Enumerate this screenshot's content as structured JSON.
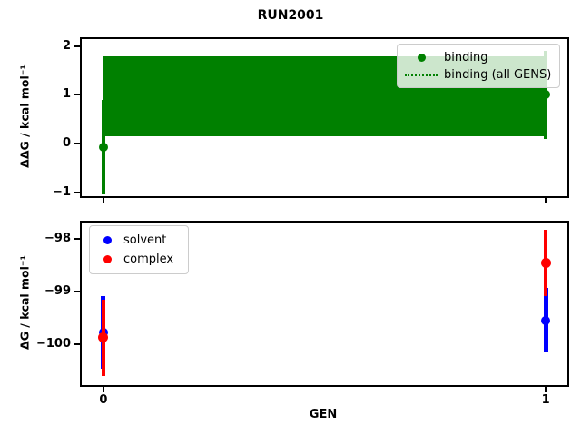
{
  "figure": {
    "title": "RUN2001",
    "background": "#ffffff"
  },
  "chart_data": [
    {
      "type": "scatter",
      "id": "binding-plot",
      "title": "RUN2001",
      "xlabel": "",
      "ylabel": "ΔΔG / kcal mol⁻¹",
      "grid": false,
      "xlim": [
        -0.049,
        1.049
      ],
      "ylim": [
        -1.08,
        2.14
      ],
      "yticks": [
        2,
        1,
        0,
        -1
      ],
      "xticks": [
        0,
        1
      ],
      "x_tick_labels": false,
      "legend_position": "upper right",
      "series": [
        {
          "name": "binding",
          "type": "errorbar-scatter",
          "marker": "circle",
          "color": "#008000",
          "x": [
            0,
            1
          ],
          "y": [
            -0.07,
            1.0
          ],
          "yerr": [
            0.97,
            0.9
          ]
        },
        {
          "name": "binding (all GENS)",
          "type": "band",
          "line_style": "dotted",
          "color": "#008000",
          "mean": 0.97,
          "band": [
            0.15,
            1.79
          ],
          "x_range": [
            0,
            1
          ]
        }
      ]
    },
    {
      "type": "scatter",
      "id": "legs-plot",
      "title": "",
      "xlabel": "GEN",
      "ylabel": "ΔG / kcal mol⁻¹",
      "grid": false,
      "xlim": [
        -0.049,
        1.049
      ],
      "ylim": [
        -100.79,
        -97.68
      ],
      "yticks": [
        -98,
        -99,
        -100
      ],
      "xticks": [
        0,
        1
      ],
      "x_tick_labels": true,
      "legend_position": "upper left",
      "series": [
        {
          "name": "solvent",
          "type": "errorbar-scatter",
          "marker": "circle",
          "color": "#0000ff",
          "x": [
            0,
            1
          ],
          "y": [
            -99.78,
            -99.55
          ],
          "yerr": [
            0.7,
            0.62
          ]
        },
        {
          "name": "complex",
          "type": "errorbar-scatter",
          "marker": "circle",
          "color": "#ff0000",
          "x": [
            0,
            1
          ],
          "y": [
            -99.88,
            -98.45
          ],
          "yerr": [
            0.73,
            0.63
          ]
        }
      ]
    }
  ]
}
